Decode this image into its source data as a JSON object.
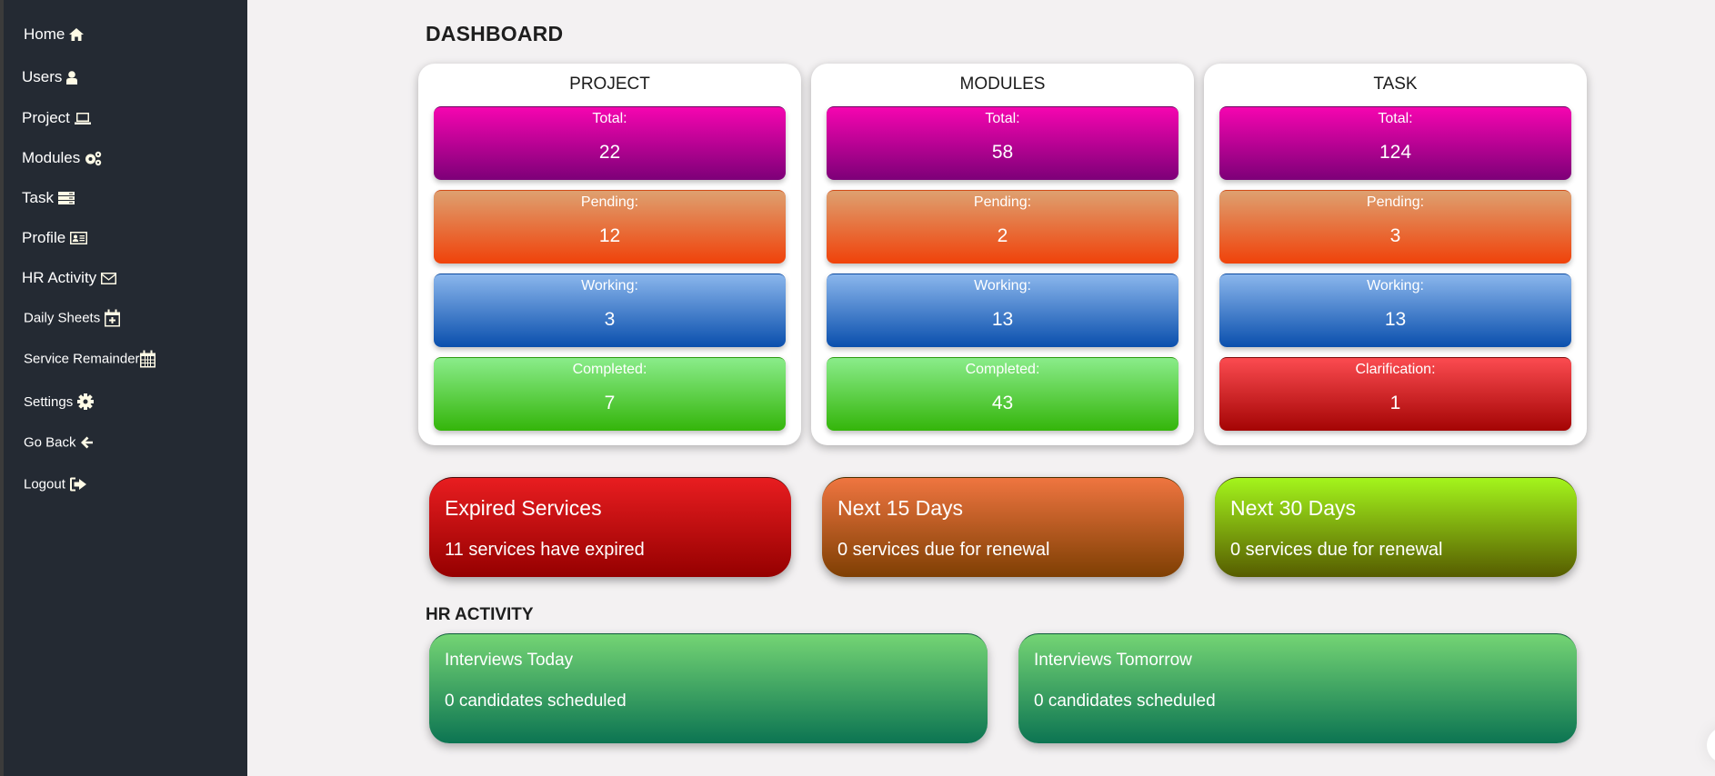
{
  "sidebar": {
    "items": [
      {
        "label": "Home",
        "icon": "home-icon"
      },
      {
        "label": "Users",
        "icon": "user-icon"
      },
      {
        "label": "Project",
        "icon": "laptop-icon"
      },
      {
        "label": "Modules",
        "icon": "cogs-icon"
      },
      {
        "label": "Task",
        "icon": "tasks-icon"
      },
      {
        "label": "Profile",
        "icon": "id-card-icon"
      },
      {
        "label": "HR Activity",
        "icon": "envelope-icon"
      },
      {
        "label": "Daily Sheets",
        "icon": "calendar-plus-icon"
      },
      {
        "label": "Service Remainder",
        "icon": "calendar-icon"
      },
      {
        "label": "Settings",
        "icon": "gear-icon"
      },
      {
        "label": "Go Back",
        "icon": "arrow-left-icon"
      },
      {
        "label": "Logout",
        "icon": "sign-out-icon"
      }
    ]
  },
  "main": {
    "title": "DASHBOARD",
    "stat_cards": [
      {
        "title": "PROJECT",
        "boxes": [
          {
            "label": "Total:",
            "value": "22"
          },
          {
            "label": "Pending:",
            "value": "12"
          },
          {
            "label": "Working:",
            "value": "3"
          },
          {
            "label": "Completed:",
            "value": "7"
          }
        ]
      },
      {
        "title": "MODULES",
        "boxes": [
          {
            "label": "Total:",
            "value": "58"
          },
          {
            "label": "Pending:",
            "value": "2"
          },
          {
            "label": "Working:",
            "value": "13"
          },
          {
            "label": "Completed:",
            "value": "43"
          }
        ]
      },
      {
        "title": "TASK",
        "boxes": [
          {
            "label": "Total:",
            "value": "124"
          },
          {
            "label": "Pending:",
            "value": "3"
          },
          {
            "label": "Working:",
            "value": "13"
          },
          {
            "label": "Clarification:",
            "value": "1"
          }
        ]
      }
    ],
    "services": [
      {
        "title": "Expired Services",
        "text": "11 services have expired",
        "color": "#c81010"
      },
      {
        "title": "Next 15 Days",
        "text": "0 services due for renewal",
        "color": "#b85a20"
      },
      {
        "title": "Next 30 Days",
        "text": "0 services due for renewal",
        "color": "#7cb010"
      }
    ],
    "hr_section_label": "HR ACTIVITY",
    "hr_cards": [
      {
        "title": "Interviews Today",
        "text": "0 candidates scheduled"
      },
      {
        "title": "Interviews Tomorrow",
        "text": "0 candidates scheduled"
      }
    ]
  },
  "colors": {
    "sidebar_bg": "#242a33",
    "page_bg": "#f3f1f2",
    "total": "#c003a0",
    "pending": "#e86a30",
    "working": "#3a78c8",
    "completed": "#5cd040",
    "clarification": "#d02020",
    "hr_green": "#3aa060"
  }
}
